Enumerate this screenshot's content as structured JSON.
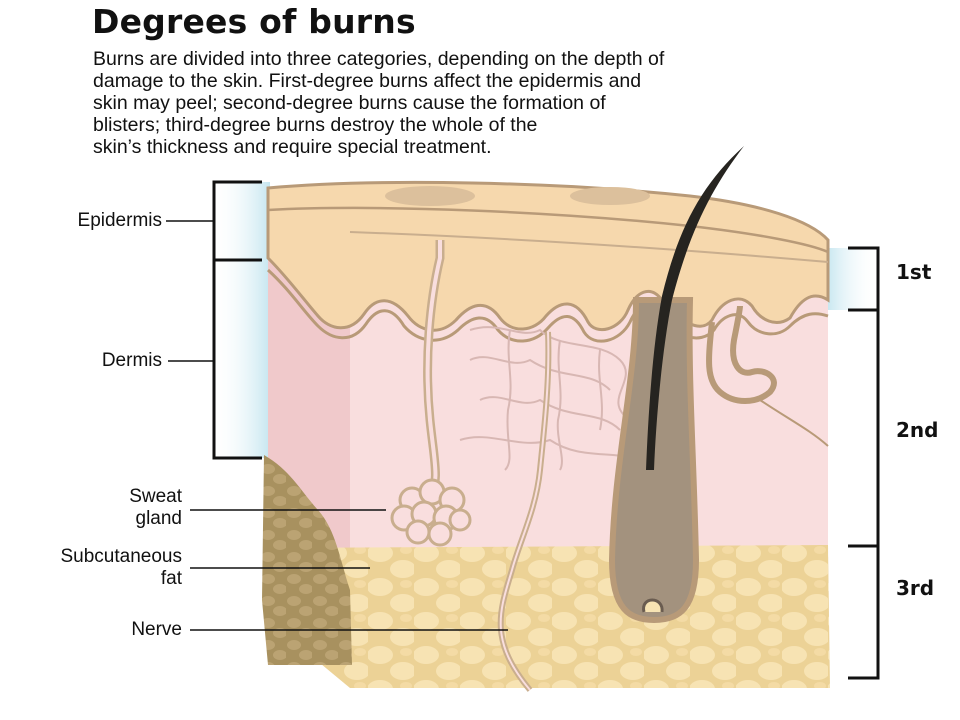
{
  "title": "Degrees of burns",
  "description_lines": [
    "Burns are divided into three categories, depending on the depth of",
    "damage to the skin. First-degree burns affect the epidermis and",
    "skin may peel; second-degree burns cause the formation of",
    "blisters; third-degree burns destroy the whole of the",
    "skin’s thickness and require special treatment."
  ],
  "labels": {
    "epidermis": "Epidermis",
    "dermis": "Dermis",
    "sweat_gland_line1": "Sweat",
    "sweat_gland_line2": "gland",
    "subcutaneous_line1": "Subcutaneous",
    "subcutaneous_line2": "fat",
    "nerve": "Nerve"
  },
  "degrees": {
    "first": "1st",
    "second": "2nd",
    "third": "3rd"
  },
  "colors": {
    "epidermis_fill": "#f6d8ad",
    "epidermis_border": "#b89a78",
    "dermis_fill": "#f9dede",
    "dermis_side": "#eec6c8",
    "fat_fill": "#ecd296",
    "fat_globule": "#f7e3b3",
    "hair": "#262420",
    "follicle": "#a3927e",
    "burn_shadow": "#a08a5c",
    "bracket_glow": "#bfe3ee"
  }
}
